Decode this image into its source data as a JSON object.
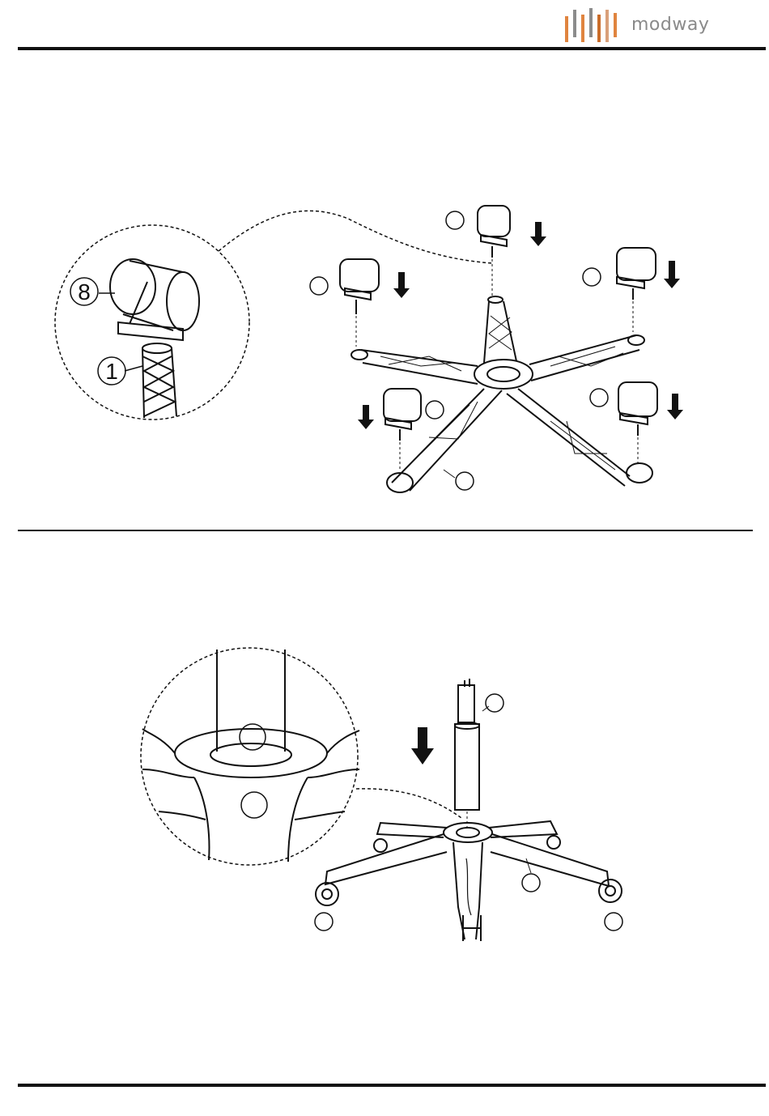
{
  "brand": {
    "name": "modway",
    "bar_colors": [
      "#e0843f",
      "#8c8c8c",
      "#e0843f",
      "#8c8c8c",
      "#c96c2a",
      "#d9a07a",
      "#e0843f"
    ],
    "text_color": "#8a8a8a"
  },
  "step1": {
    "detail_labels": {
      "caster": "8",
      "base": "1"
    }
  },
  "colors": {
    "line": "#111111",
    "background": "#ffffff"
  }
}
